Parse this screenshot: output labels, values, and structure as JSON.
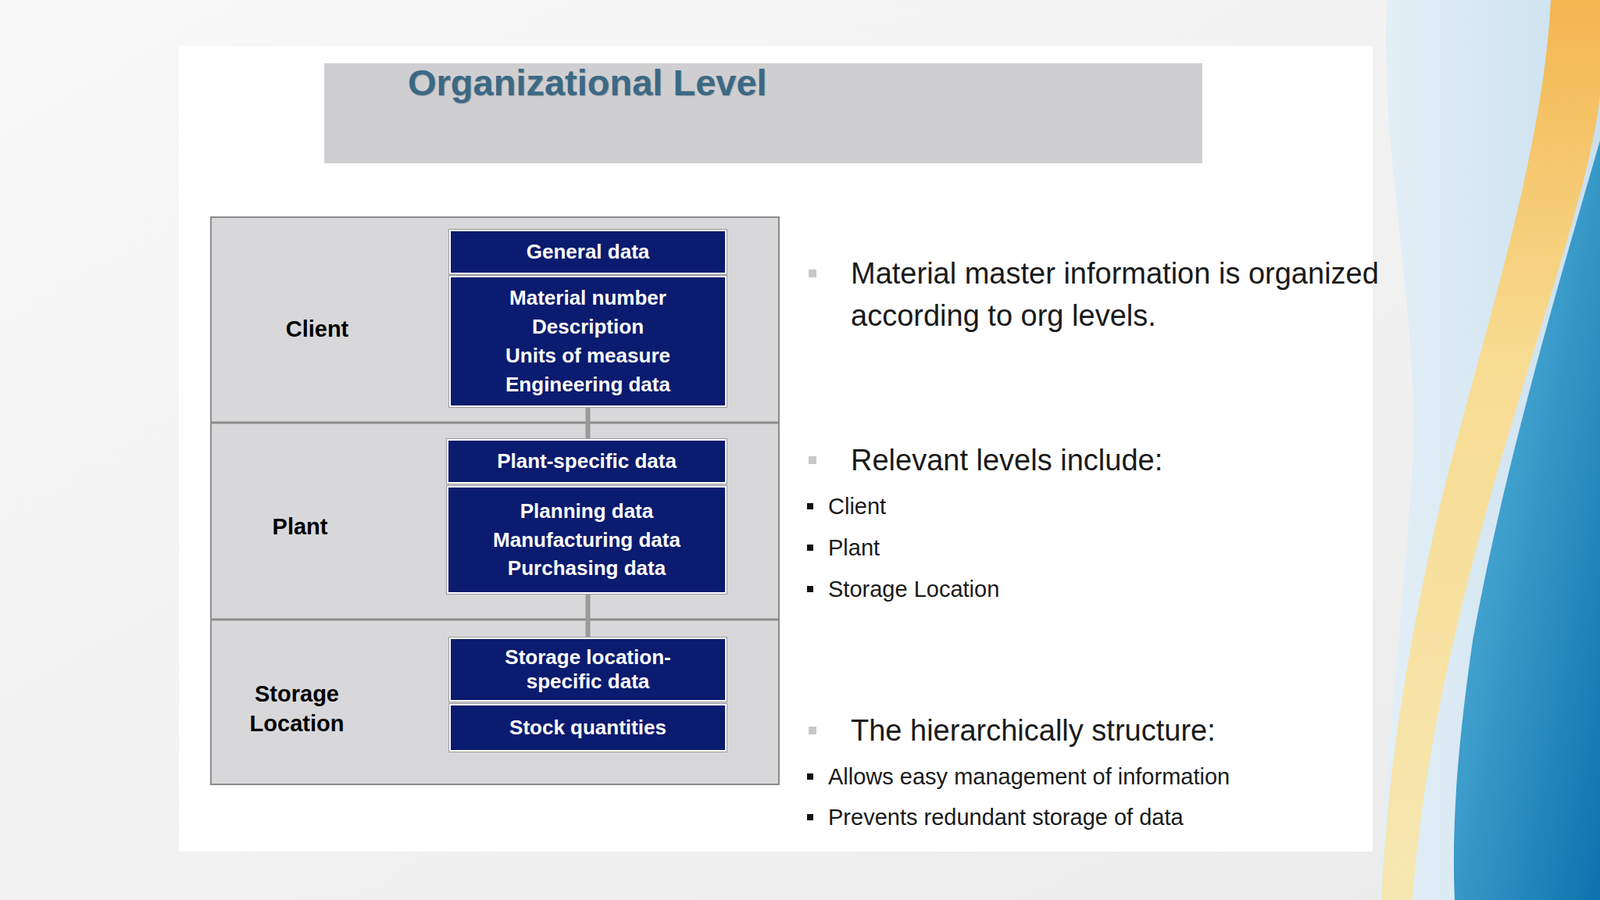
{
  "diagram": {
    "title": "Organizational Level",
    "nodes": [
      {
        "text": [
          "Client"
        ]
      },
      {
        "text": [
          "General data"
        ],
        "in": 0
      },
      {
        "text": [
          "Material number",
          "Description",
          "Units of measure",
          "Engineering data"
        ],
        "in": 0
      },
      {
        "text": [
          "Plant"
        ]
      },
      {
        "text": [
          "Plant-specific data"
        ],
        "in": 3
      },
      {
        "text": [
          "Planning data",
          "Manufacturing data",
          "Purchasing data"
        ],
        "in": 3
      },
      {
        "text": [
          "Storage Location"
        ]
      },
      {
        "text": [
          "Storage location-specific data"
        ],
        "in": 6
      },
      {
        "text": [
          "Stock quantities"
        ],
        "in": 6
      }
    ],
    "edges": [
      {
        "from": 2,
        "to": 4,
        "arrow": "none"
      },
      {
        "from": 5,
        "to": 7,
        "arrow": "none"
      }
    ],
    "labels": [
      "Material master information is organized according to org levels.",
      "Relevant levels include:",
      "Client",
      "Plant",
      "Storage Location",
      "The hierarchically structure:",
      "Allows easy management of information",
      "Prevents redundant storage of data"
    ]
  }
}
